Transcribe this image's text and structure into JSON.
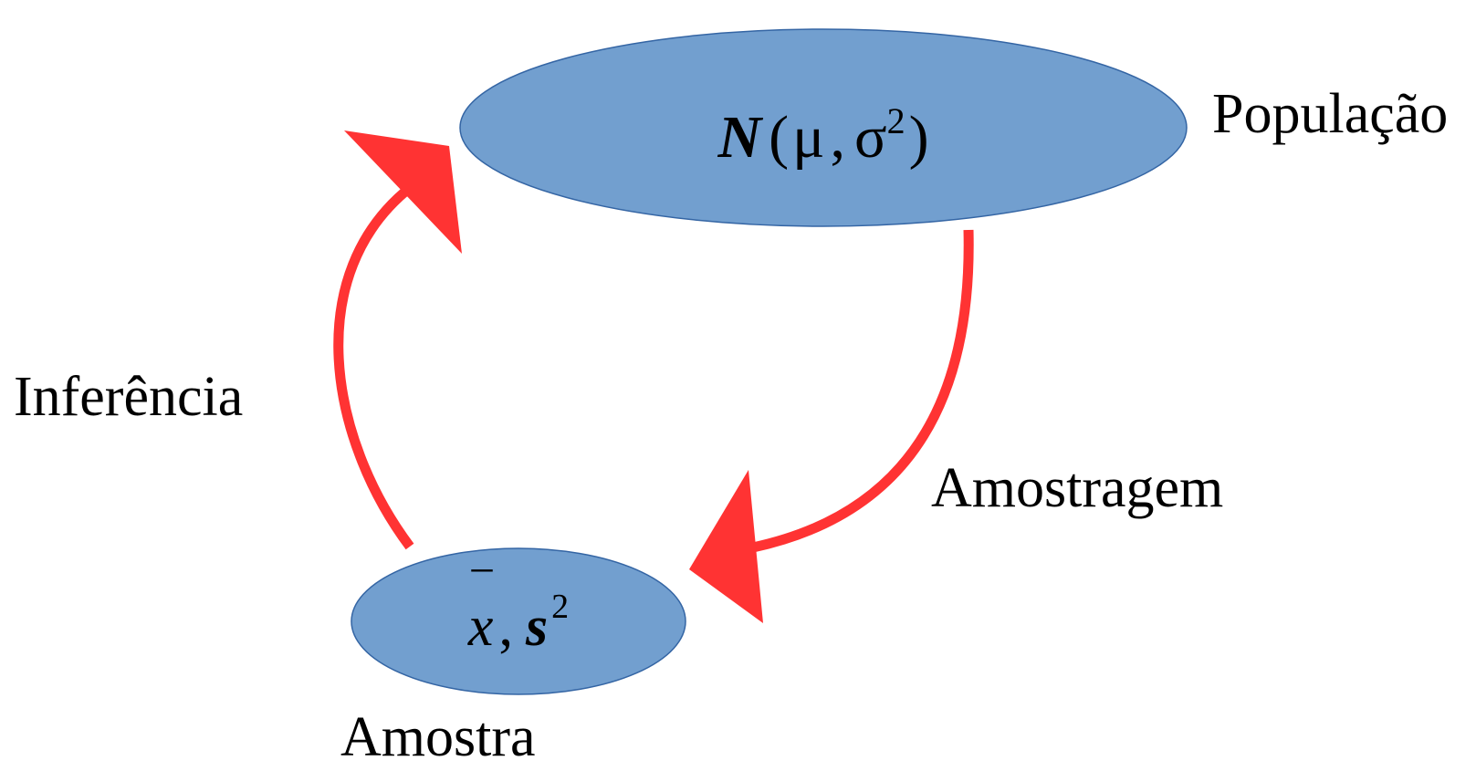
{
  "colors": {
    "ellipse_fill": "#729fcf",
    "ellipse_stroke": "#3465a4",
    "arrow": "#ff3333",
    "text": "#000000"
  },
  "labels": {
    "population": "População",
    "sample": "Amostra",
    "sampling": "Amostragem",
    "inference": "Inferência"
  },
  "population_node": {
    "symbol": "N",
    "open_paren": "(",
    "mean": "μ",
    "comma": ",",
    "sigma": "σ",
    "exponent": "2",
    "close_paren": ")"
  },
  "sample_node": {
    "mean_symbol": "x",
    "bar": "‾",
    "comma": ",",
    "s_symbol": "s",
    "exponent": "2"
  }
}
